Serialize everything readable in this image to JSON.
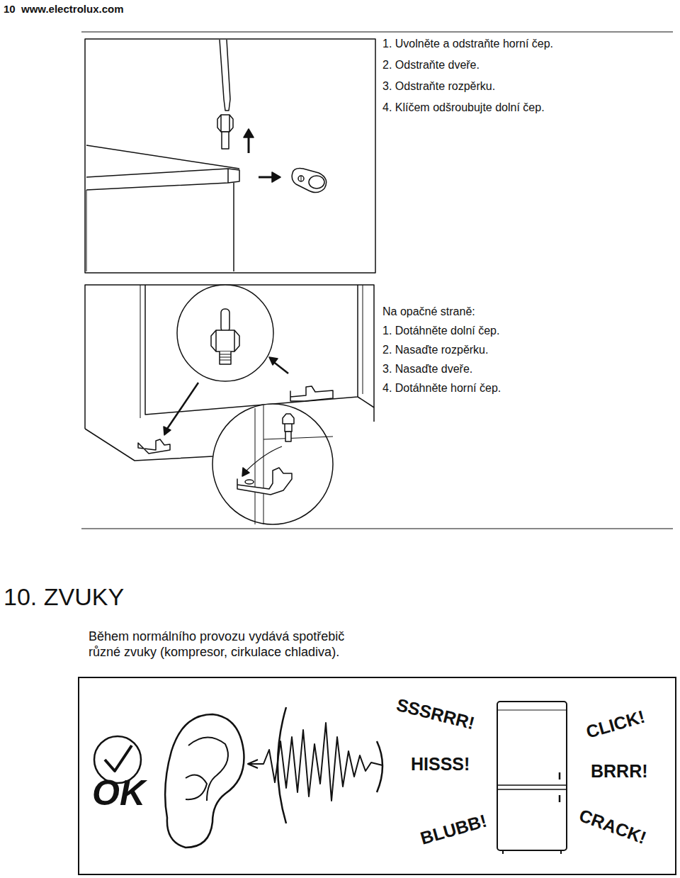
{
  "diagram": {
    "title": "10. ZVUKY",
    "nodes": [
      {
        "text": [
          "OK",
          "SSSRRR!",
          "HISSS!",
          "BLUBB!",
          "CLICK!",
          "BRRR!",
          "CRACK!"
        ]
      }
    ],
    "labels": [
      "10",
      "www.electrolux.com",
      "1. Uvolněte a odstraňte horní čep.",
      "2. Odstraňte dveře.",
      "3. Odstraňte rozpěrku.",
      "4. Klíčem odšroubujte dolní čep.",
      "Na opačné straně:",
      "1. Dotáhněte dolní čep.",
      "2. Nasaďte rozpěrku.",
      "3. Nasaďte dveře.",
      "4. Dotáhněte horní čep.",
      "Během normálního provozu vydává spotřebič různé zvuky (kompresor, cirkulace chladiva)."
    ]
  }
}
